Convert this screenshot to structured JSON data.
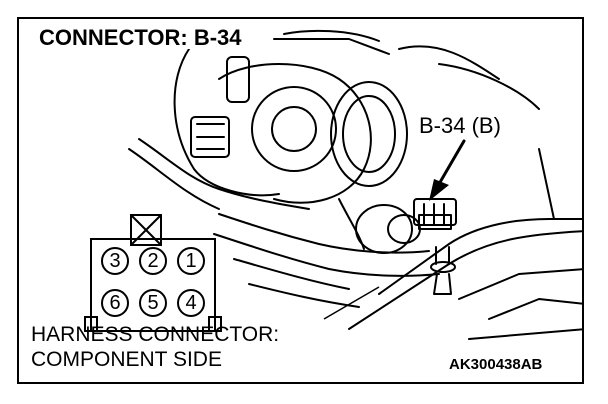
{
  "title": "CONNECTOR: B-34",
  "callout_label": "B-34 (B)",
  "connector": {
    "top_row": [
      "3",
      "2",
      "1"
    ],
    "bottom_row": [
      "6",
      "5",
      "4"
    ]
  },
  "caption": {
    "line1": "HARNESS CONNECTOR:",
    "line2": "COMPONENT SIDE"
  },
  "figure_code": "AK300438AB"
}
